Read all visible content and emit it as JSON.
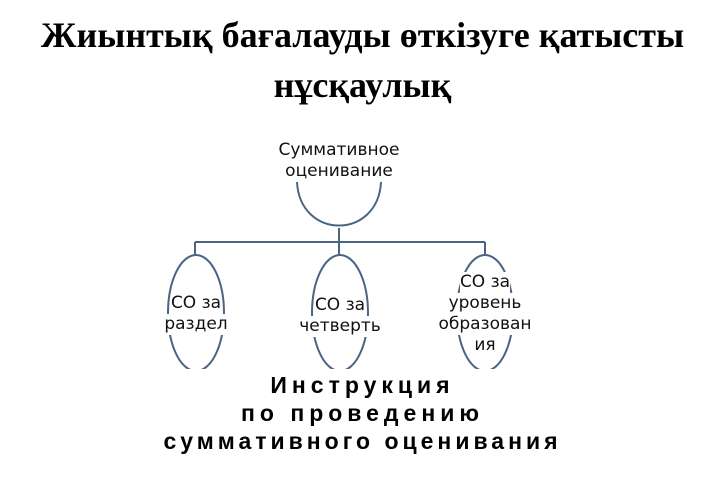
{
  "title": {
    "line1": "Жиынтық бағалауды өткізуге қатысты",
    "line2": "нұсқаулық"
  },
  "diagram": {
    "root": {
      "line1": "Суммативное",
      "line2": "оценивание"
    },
    "children": [
      {
        "lines": [
          "СО за",
          "раздел"
        ]
      },
      {
        "lines": [
          "СО за",
          "четверть"
        ]
      },
      {
        "lines": [
          "СО за",
          "уровень",
          "образован",
          "ия"
        ]
      }
    ],
    "line_color": "#4a6584"
  },
  "subtitle": {
    "line1": "Инструкция",
    "line2": "по проведению",
    "line3": "суммативного оценивания"
  }
}
